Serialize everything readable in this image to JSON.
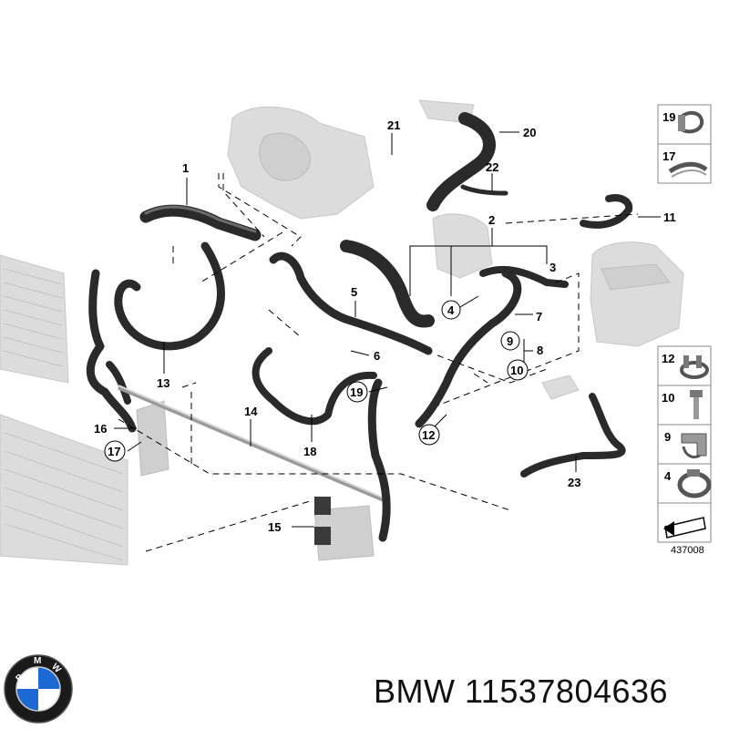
{
  "callouts": [
    {
      "id": "c1",
      "label": "1"
    },
    {
      "id": "c2",
      "label": "2"
    },
    {
      "id": "c3",
      "label": "3"
    },
    {
      "id": "c4",
      "label": "4"
    },
    {
      "id": "c5",
      "label": "5"
    },
    {
      "id": "c6",
      "label": "6"
    },
    {
      "id": "c7",
      "label": "7"
    },
    {
      "id": "c8",
      "label": "8"
    },
    {
      "id": "c9",
      "label": "9"
    },
    {
      "id": "c10",
      "label": "10"
    },
    {
      "id": "c11",
      "label": "11"
    },
    {
      "id": "c12",
      "label": "12"
    },
    {
      "id": "c13",
      "label": "13"
    },
    {
      "id": "c14",
      "label": "14"
    },
    {
      "id": "c15",
      "label": "15"
    },
    {
      "id": "c16",
      "label": "16"
    },
    {
      "id": "c17",
      "label": "17"
    },
    {
      "id": "c18",
      "label": "18"
    },
    {
      "id": "c19",
      "label": "19"
    },
    {
      "id": "c20",
      "label": "20"
    },
    {
      "id": "c21",
      "label": "21"
    },
    {
      "id": "c22",
      "label": "22"
    },
    {
      "id": "c23",
      "label": "23"
    }
  ],
  "legend": [
    {
      "label": "19",
      "icon": "hose-clamp-icon"
    },
    {
      "label": "17",
      "icon": "clip-strip-icon"
    },
    {
      "label": "12",
      "icon": "spring-clamp-icon"
    },
    {
      "label": "10",
      "icon": "bolt-icon"
    },
    {
      "label": "9",
      "icon": "bracket-clip-icon"
    },
    {
      "label": "4",
      "icon": "band-clamp-icon"
    }
  ],
  "diagram_ref": "437008",
  "caption": {
    "brand": "BMW",
    "part_number": "11537804636"
  },
  "logo": {
    "name": "bmw-roundel-logo",
    "text": "BMW",
    "colors": {
      "ring": "#1a1a1a",
      "blue": "#1c69d3",
      "white": "#ffffff"
    }
  }
}
